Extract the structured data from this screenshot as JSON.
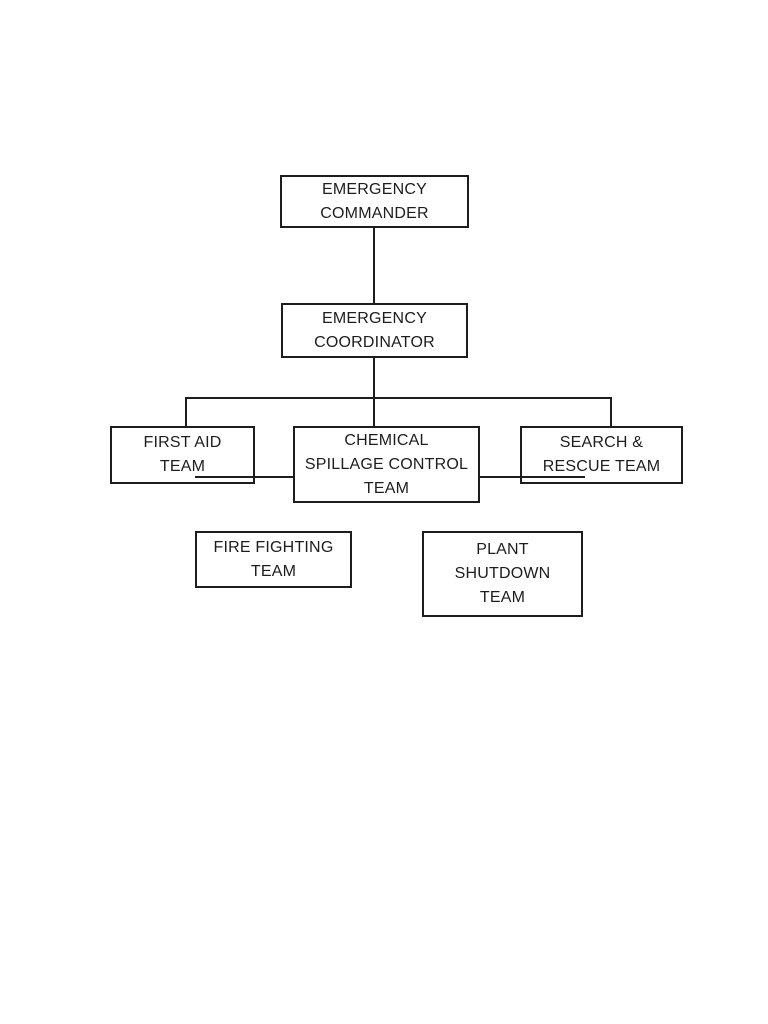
{
  "diagram": {
    "background": "#ffffff",
    "line_color": "#1d1d1d",
    "nodes": [
      {
        "id": "emergency-commander",
        "label": "EMERGENCY\nCOMMANDER"
      },
      {
        "id": "emergency-coordinator",
        "label": "EMERGENCY\nCOORDINATOR"
      },
      {
        "id": "first-aid-team",
        "label": "FIRST AID\nTEAM"
      },
      {
        "id": "chemical-spillage-control-team",
        "label": "CHEMICAL\nSPILLAGE CONTROL\nTEAM"
      },
      {
        "id": "search-rescue-team",
        "label": "SEARCH &\nRESCUE TEAM"
      },
      {
        "id": "fire-fighting-team",
        "label": "FIRE FIGHTING\nTEAM"
      },
      {
        "id": "plant-shutdown-team",
        "label": "PLANT\nSHUTDOWN\nTEAM"
      }
    ]
  }
}
